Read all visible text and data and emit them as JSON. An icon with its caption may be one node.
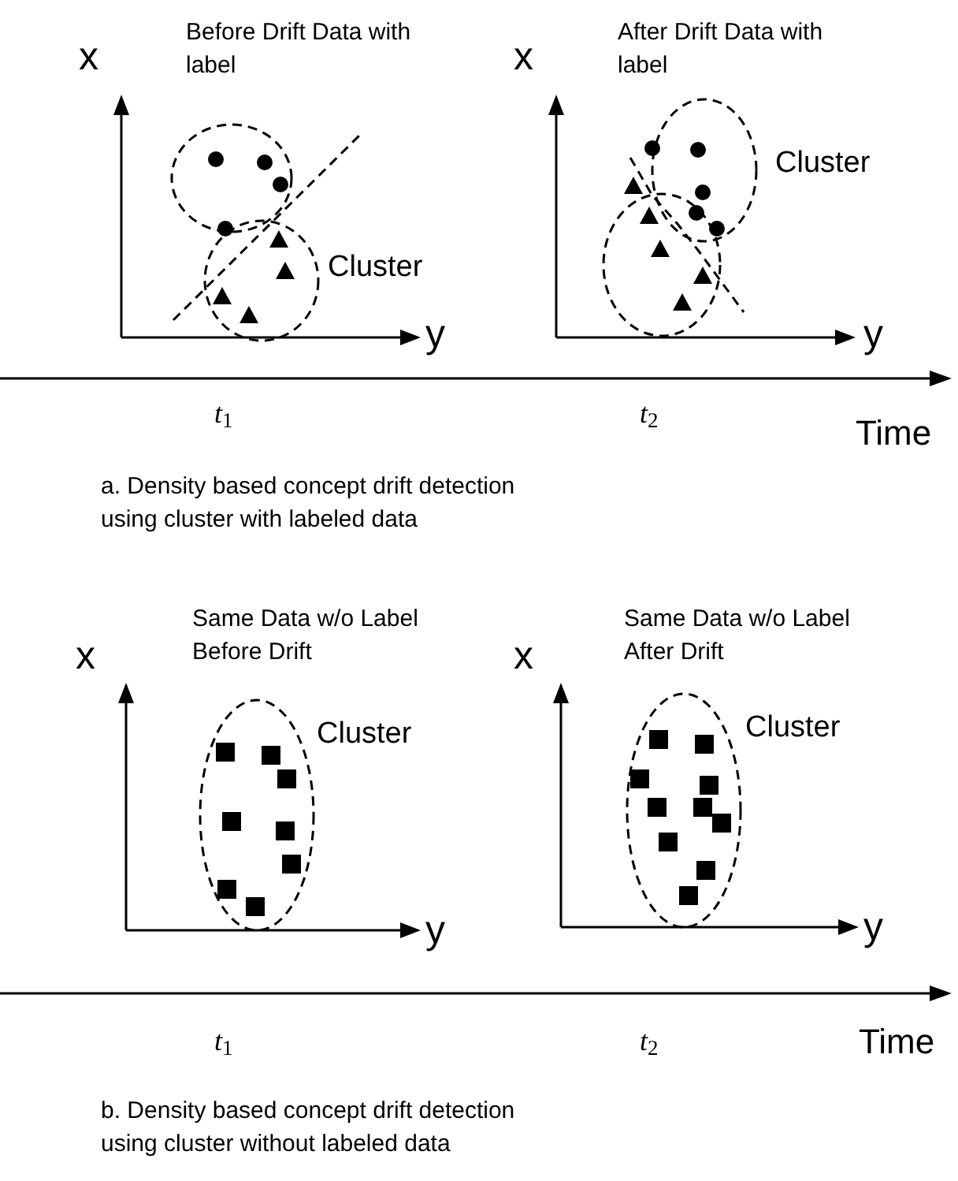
{
  "diagram": {
    "labels": [
      "Before Drift Data with label",
      "After Drift Data with label",
      "x",
      "x",
      "Cluster",
      "Cluster",
      "y",
      "y",
      "*t*$_{1}$",
      "*t*$_{2}$",
      "Time",
      "a. Density based concept drift detection using cluster with labeled data",
      "Same Data w/o Label Before Drift",
      "Same Data w/o Label After Drift",
      "x",
      "x",
      "Cluster",
      "Cluster",
      "y",
      "y",
      "*t*$_{1}$",
      "*t*$_{2}$",
      "Time",
      "b. Density based concept drift detection using cluster without labeled data"
    ]
  }
}
